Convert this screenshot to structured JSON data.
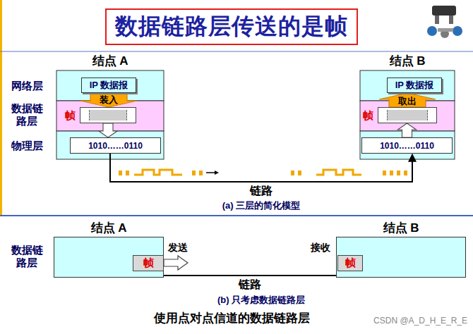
{
  "diagram": {
    "title": "数据链路层传送的是帧",
    "caption": "使用点对点信道的数据链路层",
    "nodes": [
      {
        "text": [
          "结点 A"
        ]
      },
      {
        "text": [
          "IP 数据报"
        ],
        "in": 0
      },
      {
        "text": [
          "帧"
        ],
        "in": 0
      },
      {
        "text": [
          "1010……0110"
        ],
        "in": 0
      },
      {
        "text": [
          "结点 B"
        ]
      },
      {
        "text": [
          "IP 数据报"
        ],
        "in": 4
      },
      {
        "text": [
          "帧"
        ],
        "in": 4
      },
      {
        "text": [
          "1010……0110"
        ],
        "in": 4
      },
      {
        "text": [
          "结点 A"
        ]
      },
      {
        "text": [
          "帧"
        ],
        "in": 8
      },
      {
        "text": [
          "结点 B"
        ]
      },
      {
        "text": [
          "帧"
        ],
        "in": 10
      }
    ],
    "edges": [
      {
        "from": 1,
        "to": 2,
        "arrow": "to",
        "label": "装入"
      },
      {
        "from": 2,
        "to": 3,
        "arrow": "to"
      },
      {
        "from": 3,
        "to": 7,
        "arrow": "to",
        "label": "链路"
      },
      {
        "from": 7,
        "to": 6,
        "arrow": "to"
      },
      {
        "from": 6,
        "to": 5,
        "arrow": "to",
        "label": "取出"
      },
      {
        "from": 8,
        "to": 10,
        "arrow": "none",
        "label": "链路"
      }
    ],
    "labels": [
      "网络层",
      "数据链路层",
      "物理层",
      "(a) 三层的简化模型",
      "数据链路层",
      "发送",
      "接收",
      "(b) 只考虑数据链路层",
      "CSDN @A_D_H_E_R_E"
    ]
  }
}
